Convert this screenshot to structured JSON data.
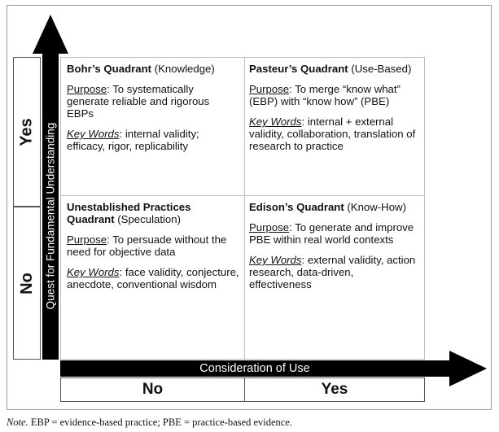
{
  "axes": {
    "y_label": "Quest for Fundamental Understanding",
    "x_label": "Consideration of Use",
    "y_yes": "Yes",
    "y_no": "No",
    "x_no": "No",
    "x_yes": "Yes"
  },
  "quadrants": {
    "bohr": {
      "title": "Bohr’s Quadrant",
      "subtitle": " (Knowledge)",
      "purpose_label": "Purpose",
      "purpose_text": ": To systematically generate reliable and rigorous EBPs",
      "keywords_label": "Key Words",
      "keywords_text": ": internal validity; efficacy, rigor, replicability"
    },
    "pasteur": {
      "title": "Pasteur’s Quadrant",
      "subtitle": " (Use-Based)",
      "purpose_label": "Purpose",
      "purpose_text": ": To merge “know what” (EBP) with “know how” (PBE)",
      "keywords_label": "Key Words",
      "keywords_text": ": internal + external validity, collaboration, translation of research to practice"
    },
    "unestablished": {
      "title": "Unestablished Practices Quadrant",
      "subtitle": " (Speculation)",
      "purpose_label": "Purpose",
      "purpose_text": ":  To persuade without the need for objective data",
      "keywords_label": "Key Words",
      "keywords_text": ": face validity, conjecture, anecdote, conventional wisdom"
    },
    "edison": {
      "title": "Edison’s Quadrant",
      "subtitle": " (Know-How)",
      "purpose_label": "Purpose",
      "purpose_text": ": To generate and improve  PBE within real world contexts",
      "keywords_label": "Key Words",
      "keywords_text": ": external validity, action research, data-driven, effectiveness"
    }
  },
  "note": {
    "label": "Note.",
    "text": " EBP = evidence-based practice; PBE = practice-based evidence."
  },
  "colors": {
    "arrow": "#000000",
    "grid": "#bdbdbd",
    "frame": "#9a9a9a"
  }
}
